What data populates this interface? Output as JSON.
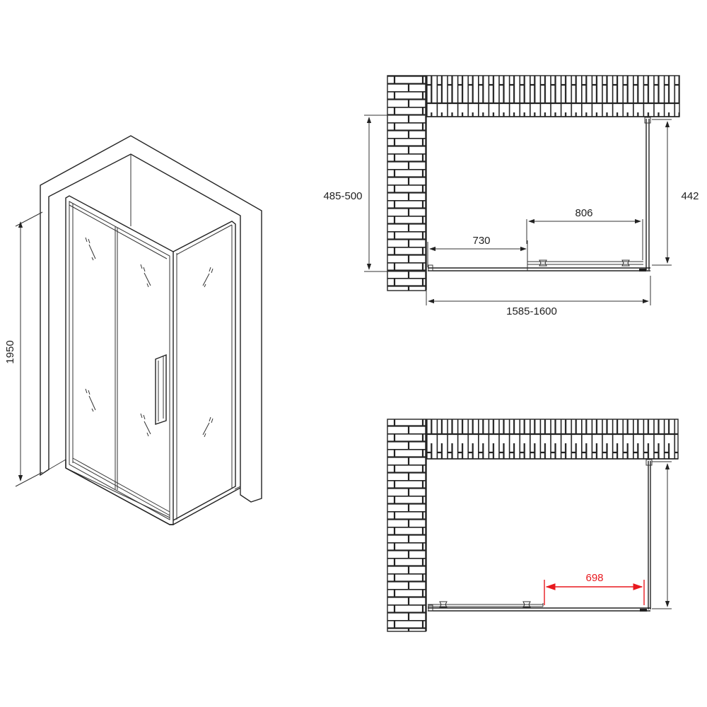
{
  "figure": {
    "title": "Shower enclosure technical drawing",
    "views": {
      "isometric": {
        "height_label": "1950"
      },
      "plan_top": {
        "depth_left_label": "485-500",
        "depth_right_label": "442",
        "fixed_panel_label": "730",
        "sliding_door_label": "806",
        "width_label": "1585-1600"
      },
      "plan_bottom": {
        "opening_label": "698",
        "opening_color": "#e8191f"
      }
    },
    "colors": {
      "line": "#222222",
      "background": "#ffffff",
      "highlight": "#e8191f"
    }
  }
}
